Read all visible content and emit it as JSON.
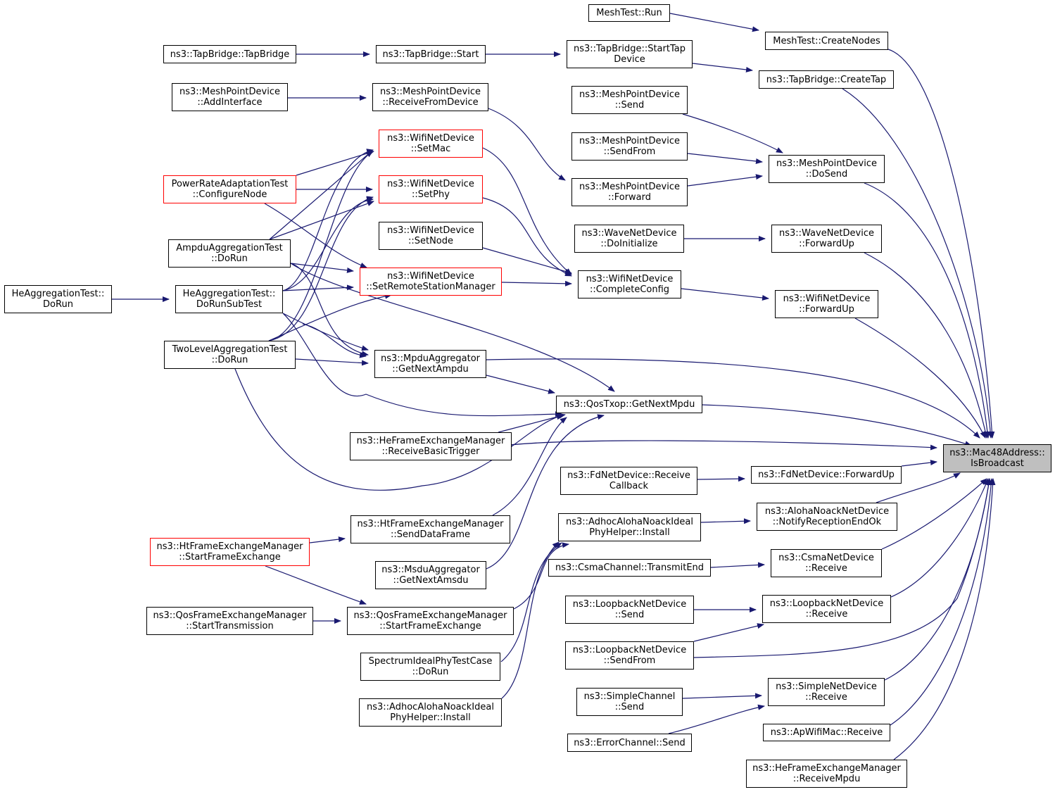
{
  "colors": {
    "edge": "#191970",
    "node_border": "#000000",
    "truncated_border": "#ff0000",
    "root_fill": "#bfbfbf"
  },
  "nodes": {
    "root": {
      "l1": "ns3::Mac48Address::",
      "l2": "IsBroadcast"
    },
    "meshtest_run": {
      "l1": "MeshTest::Run",
      "l2": ""
    },
    "meshtest_createnodes": {
      "l1": "MeshTest::CreateNodes",
      "l2": ""
    },
    "tap_tapbridge": {
      "l1": "ns3::TapBridge::TapBridge",
      "l2": ""
    },
    "tap_start": {
      "l1": "ns3::TapBridge::Start",
      "l2": ""
    },
    "tap_starttapdevice": {
      "l1": "ns3::TapBridge::StartTap",
      "l2": "Device"
    },
    "tap_createtap": {
      "l1": "ns3::TapBridge::CreateTap",
      "l2": ""
    },
    "mpd_addinterface": {
      "l1": "ns3::MeshPointDevice",
      "l2": "::AddInterface"
    },
    "mpd_receivefromdevice": {
      "l1": "ns3::MeshPointDevice",
      "l2": "::ReceiveFromDevice"
    },
    "mpd_send": {
      "l1": "ns3::MeshPointDevice",
      "l2": "::Send"
    },
    "mpd_sendfrom": {
      "l1": "ns3::MeshPointDevice",
      "l2": "::SendFrom"
    },
    "mpd_forward": {
      "l1": "ns3::MeshPointDevice",
      "l2": "::Forward"
    },
    "mpd_dosend": {
      "l1": "ns3::MeshPointDevice",
      "l2": "::DoSend"
    },
    "wnd_setmac": {
      "l1": "ns3::WifiNetDevice",
      "l2": "::SetMac"
    },
    "wnd_setphy": {
      "l1": "ns3::WifiNetDevice",
      "l2": "::SetPhy"
    },
    "wnd_setnode": {
      "l1": "ns3::WifiNetDevice",
      "l2": "::SetNode"
    },
    "wnd_setrsm": {
      "l1": "ns3::WifiNetDevice",
      "l2": "::SetRemoteStationManager"
    },
    "wnd_completeconfig": {
      "l1": "ns3::WifiNetDevice",
      "l2": "::CompleteConfig"
    },
    "wnd_forwardup": {
      "l1": "ns3::WifiNetDevice",
      "l2": "::ForwardUp"
    },
    "wave_doinit": {
      "l1": "ns3::WaveNetDevice",
      "l2": "::DoInitialize"
    },
    "wave_forwardup": {
      "l1": "ns3::WaveNetDevice",
      "l2": "::ForwardUp"
    },
    "prat_configurenode": {
      "l1": "PowerRateAdaptationTest",
      "l2": "::ConfigureNode"
    },
    "ampdu_dorun": {
      "l1": "AmpduAggregationTest",
      "l2": "::DoRun"
    },
    "heagg_dorun": {
      "l1": "HeAggregationTest::",
      "l2": "DoRun"
    },
    "heagg_dorunsub": {
      "l1": "HeAggregationTest::",
      "l2": "DoRunSubTest"
    },
    "twolevel_dorun": {
      "l1": "TwoLevelAggregationTest",
      "l2": "::DoRun"
    },
    "mpduagg_getnext": {
      "l1": "ns3::MpduAggregator",
      "l2": "::GetNextAmpdu"
    },
    "qostxop_getnext": {
      "l1": "ns3::QosTxop::GetNextMpdu",
      "l2": ""
    },
    "hefem_rbt": {
      "l1": "ns3::HeFrameExchangeManager",
      "l2": "::ReceiveBasicTrigger"
    },
    "fd_receivecb": {
      "l1": "ns3::FdNetDevice::Receive",
      "l2": "Callback"
    },
    "fd_forwardup": {
      "l1": "ns3::FdNetDevice::ForwardUp",
      "l2": ""
    },
    "aloha_install1": {
      "l1": "ns3::AdhocAlohaNoackIdeal",
      "l2": "PhyHelper::Install"
    },
    "aloha_notify": {
      "l1": "ns3::AlohaNoackNetDevice",
      "l2": "::NotifyReceptionEndOk"
    },
    "htfem_senddata": {
      "l1": "ns3::HtFrameExchangeManager",
      "l2": "::SendDataFrame"
    },
    "htfem_startfe": {
      "l1": "ns3::HtFrameExchangeManager",
      "l2": "::StartFrameExchange"
    },
    "msduagg_getnext": {
      "l1": "ns3::MsduAggregator",
      "l2": "::GetNextAmsdu"
    },
    "csma_transmitend": {
      "l1": "ns3::CsmaChannel::TransmitEnd",
      "l2": ""
    },
    "csma_receive": {
      "l1": "ns3::CsmaNetDevice",
      "l2": "::Receive"
    },
    "qosfem_starttx": {
      "l1": "ns3::QosFrameExchangeManager",
      "l2": "::StartTransmission"
    },
    "qosfem_startfe": {
      "l1": "ns3::QosFrameExchangeManager",
      "l2": "::StartFrameExchange"
    },
    "lo_send": {
      "l1": "ns3::LoopbackNetDevice",
      "l2": "::Send"
    },
    "lo_sendfrom": {
      "l1": "ns3::LoopbackNetDevice",
      "l2": "::SendFrom"
    },
    "lo_receive": {
      "l1": "ns3::LoopbackNetDevice",
      "l2": "::Receive"
    },
    "spectrum_dorun": {
      "l1": "SpectrumIdealPhyTestCase",
      "l2": "::DoRun"
    },
    "aloha_install2": {
      "l1": "ns3::AdhocAlohaNoackIdeal",
      "l2": "PhyHelper::Install"
    },
    "simplech_send": {
      "l1": "ns3::SimpleChannel",
      "l2": "::Send"
    },
    "simplend_receive": {
      "l1": "ns3::SimpleNetDevice",
      "l2": "::Receive"
    },
    "errch_send": {
      "l1": "ns3::ErrorChannel::Send",
      "l2": ""
    },
    "apwifi_receive": {
      "l1": "ns3::ApWifiMac::Receive",
      "l2": ""
    },
    "hefem_receivempdu": {
      "l1": "ns3::HeFrameExchangeManager",
      "l2": "::ReceiveMpdu"
    }
  }
}
